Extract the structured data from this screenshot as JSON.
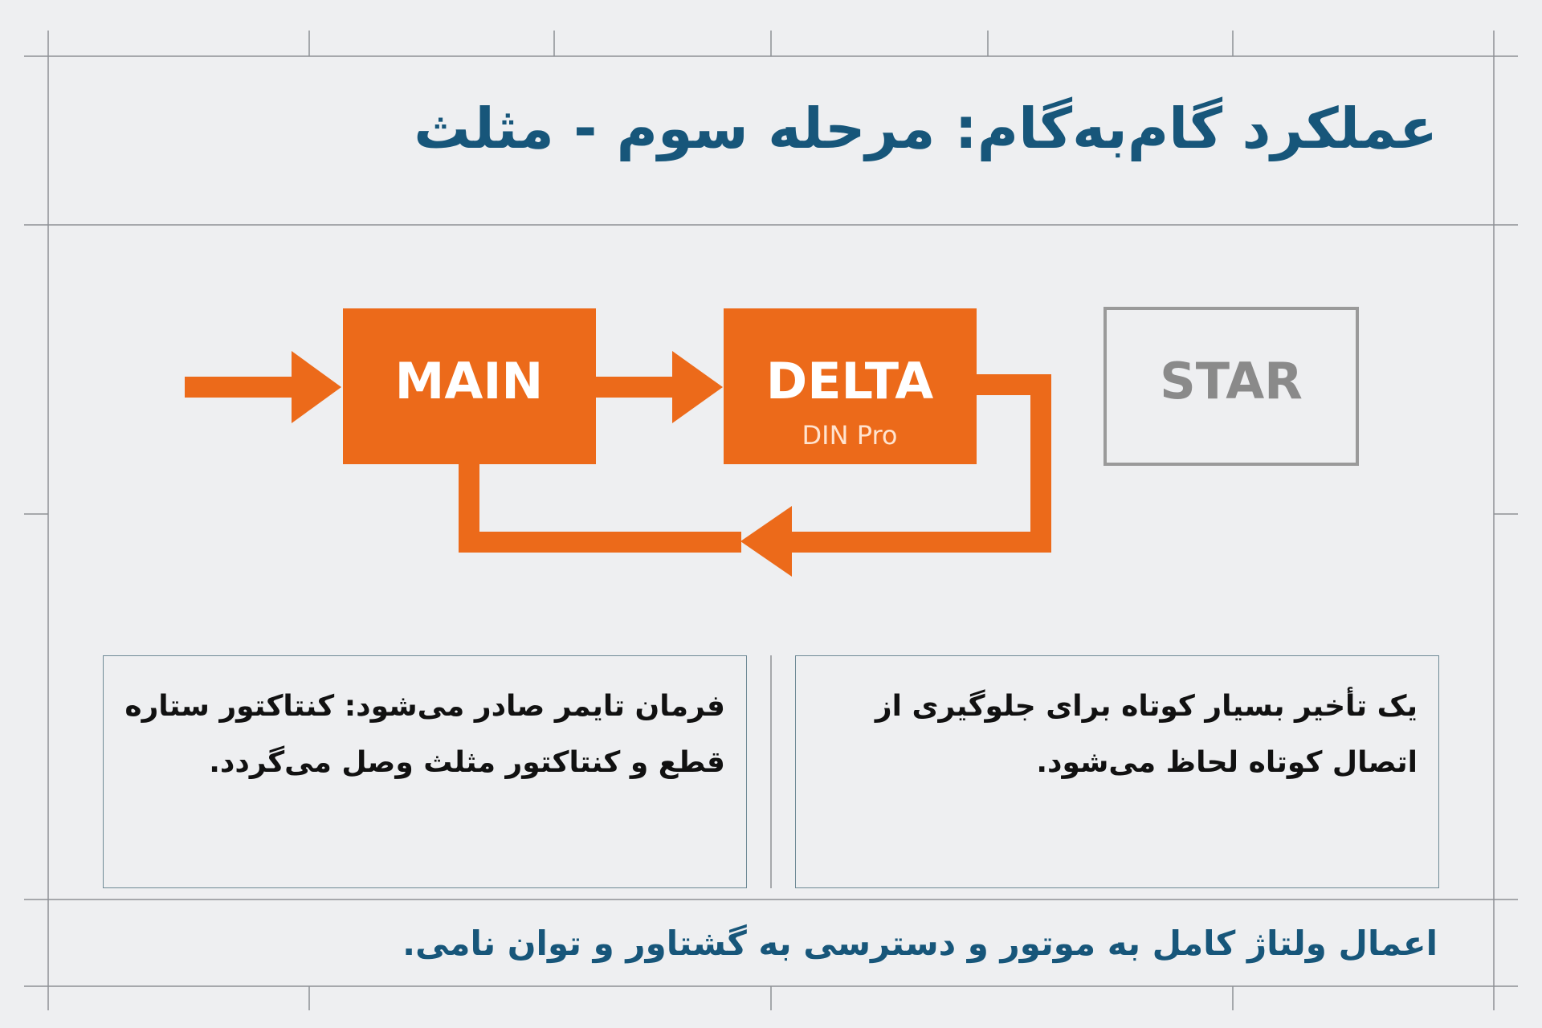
{
  "title": "عملکرد گام‌به‌گام: مرحله سوم - مثلث",
  "diagram": {
    "main_label": "MAIN",
    "delta_label": "DELTA",
    "delta_sublabel": "DIN Pro",
    "star_label": "STAR"
  },
  "boxes": {
    "right_text": "یک تأخیر بسیار کوتاه برای جلوگیری از اتصال کوتاه لحاظ می‌شود.",
    "left_text": "فرمان تایمر صادر می‌شود: کنتاکتور ستاره قطع و کنتاکتور مثلث وصل می‌گردد."
  },
  "footer": "اعمال ولتاژ کامل به موتور و دسترسی به گشتاور و توان نامی.",
  "colors": {
    "title": "#17567a",
    "active": "#ec6a1a",
    "inactive_border": "#9a9a9a",
    "inactive_text": "#8a8a8a",
    "body_text": "#111111",
    "footer_text": "#17567a",
    "background": "#eeeff1",
    "grid_line": "#8d9095"
  }
}
